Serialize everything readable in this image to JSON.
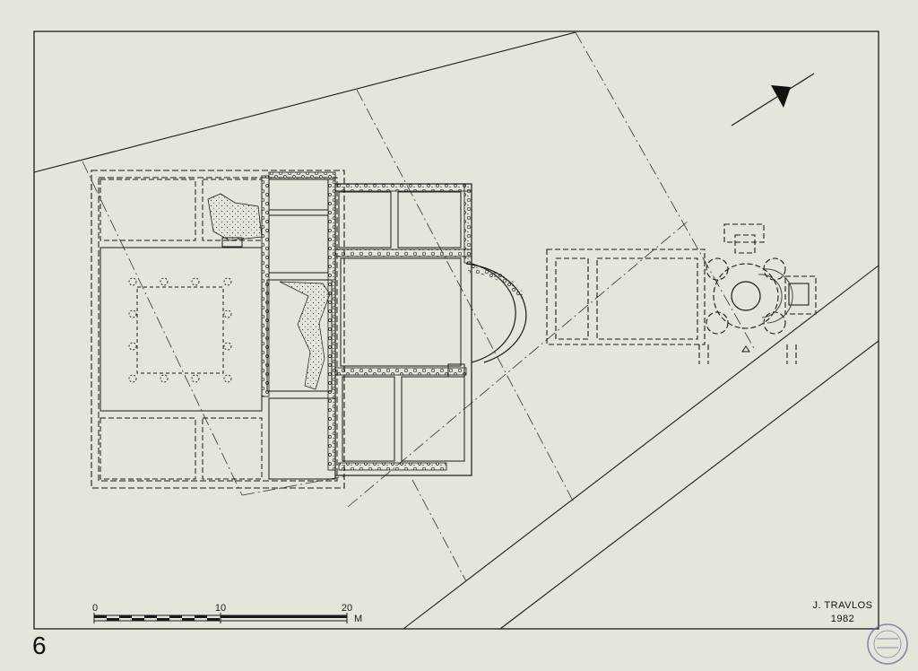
{
  "plate": {
    "number": "6"
  },
  "credit": {
    "author": "J. TRAVLOS",
    "year": "1982"
  },
  "scale_bar": {
    "labels": [
      "0",
      "10",
      "20"
    ],
    "unit": "M"
  },
  "colors": {
    "paper": "#e3e7d9",
    "ink": "#1a1a1a",
    "stamp": "#7a5fa8"
  },
  "icons": {
    "north_arrow": "north-arrow-icon",
    "stamp": "archive-stamp-icon"
  }
}
